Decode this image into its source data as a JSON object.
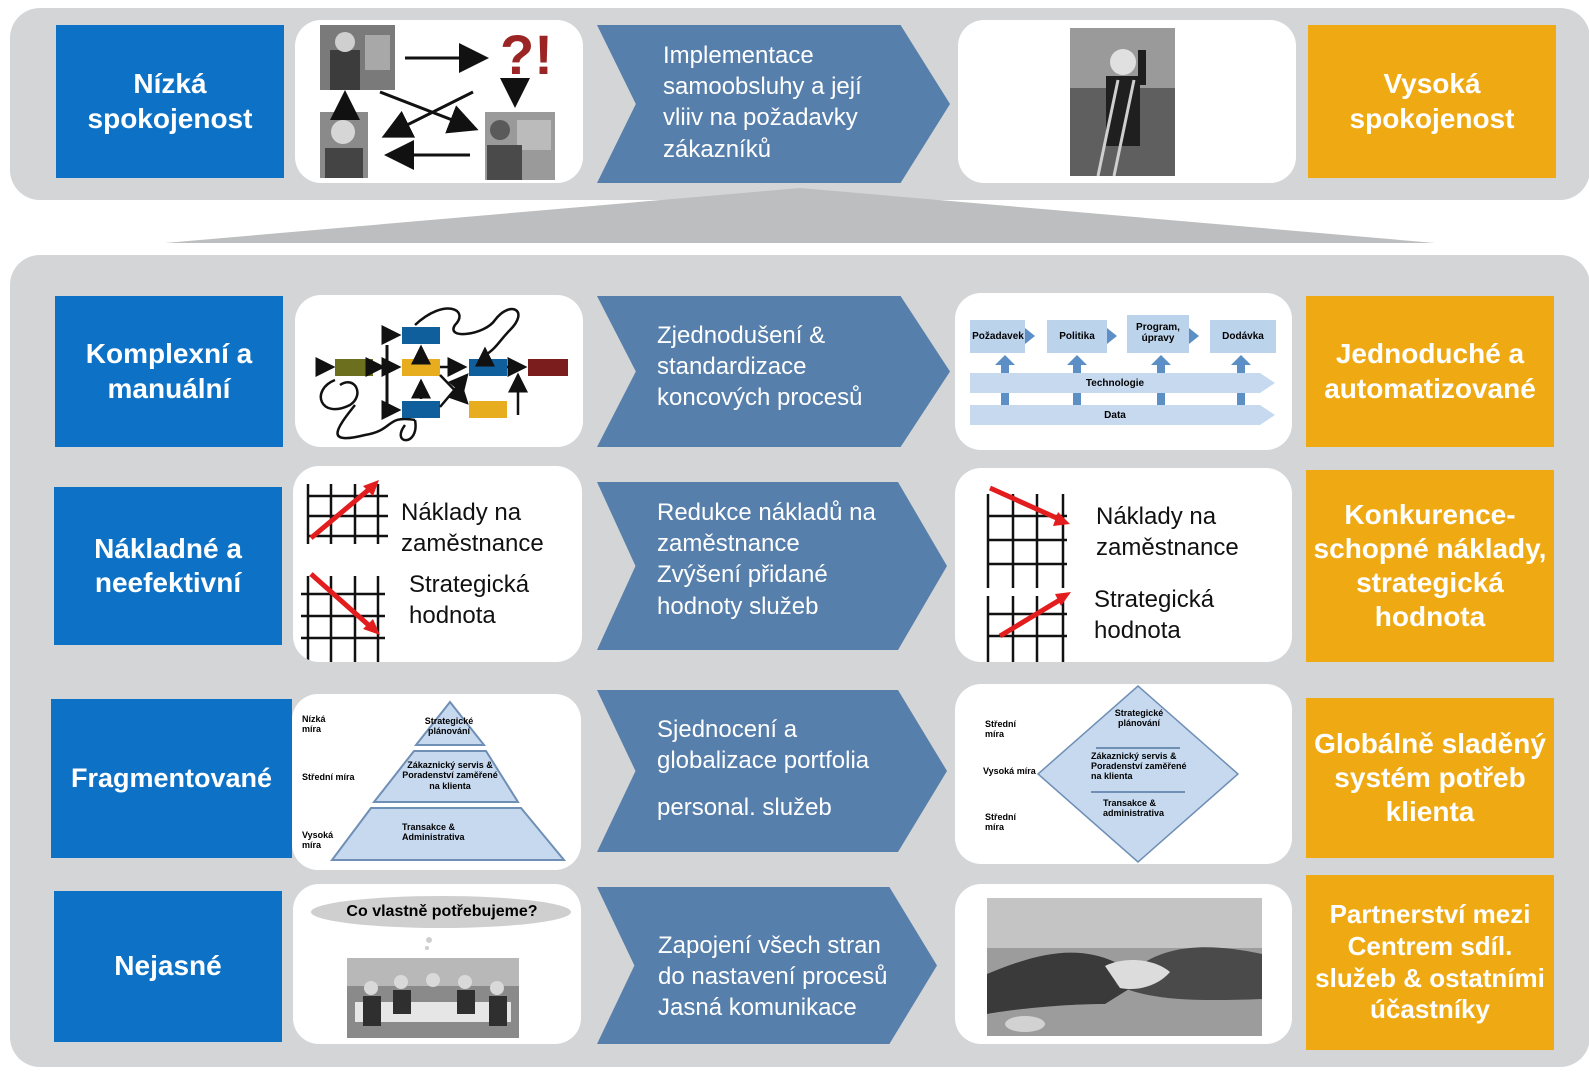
{
  "top": {
    "left_label": "Nízká spokojenost",
    "arrow_lines": [
      "Implementace",
      "samoobsluhy a její",
      "vliiv na požadavky",
      "zákazníků"
    ],
    "questions_symbol": "?!",
    "right_label": "Vysoká spokojenost"
  },
  "rows": [
    {
      "left_label": "Komplexní a manuální",
      "arrow_lines": [
        "Zjednodušení &",
        "standardizace",
        "koncových procesů"
      ],
      "right_label": "Jednoduché a automatizované",
      "process": {
        "steps": [
          "Požadavek",
          "Politika",
          "Program, úpravy",
          "Dodávka"
        ],
        "layer1": "Technologie",
        "layer2": "Data"
      }
    },
    {
      "left_label": "Nákladné a neefektivní",
      "arrow_lines": [
        "Redukce nákladů na",
        "zaměstnance",
        "Zvýšení přidané",
        "hodnoty služeb"
      ],
      "right_label": "Konkurence-schopné náklady, strategická hodnota",
      "chart_left": {
        "label1": "Náklady na zaměstnance",
        "label2": "Strategická hodnota"
      },
      "chart_right": {
        "label1": "Náklady na zaměstnance",
        "label2": "Strategická hodnota"
      }
    },
    {
      "left_label": "Fragmentované",
      "arrow_lines": [
        "Sjednocení  a",
        "globalizace portfolia",
        "",
        "personal. služeb"
      ],
      "right_label": "Globálně sladěný systém potřeb klienta",
      "pyramid": {
        "levels": [
          "Strategické plánování",
          "Zákaznický servis & Poradenství zaměřené na klienta",
          "Transakce & Administrativa"
        ],
        "measures": [
          "Nízká míra",
          "Střední míra",
          "Vysoká míra"
        ]
      },
      "diamond": {
        "levels": [
          "Strategické plánování",
          "Zákaznický servis & Poradenství zaměřené na klienta",
          "Transakce & administrativa"
        ],
        "measures": [
          "Střední míra",
          "Vysoká míra",
          "Střední míra"
        ]
      }
    },
    {
      "left_label": "Nejasné",
      "arrow_lines": [
        "Zapojení  všech stran",
        "do nastavení procesů",
        "Jasná komunikace"
      ],
      "right_label": "Partnerství mezi Centrem sdíl. služeb & ostatními účastníky",
      "thought_bubble": "Co vlastně potřebujeme?"
    }
  ],
  "colors": {
    "blue": "#0d72c6",
    "orange": "#efa912",
    "arrow": "#577fab",
    "panel": "#d4d5d6",
    "red": "#e31d1d"
  }
}
